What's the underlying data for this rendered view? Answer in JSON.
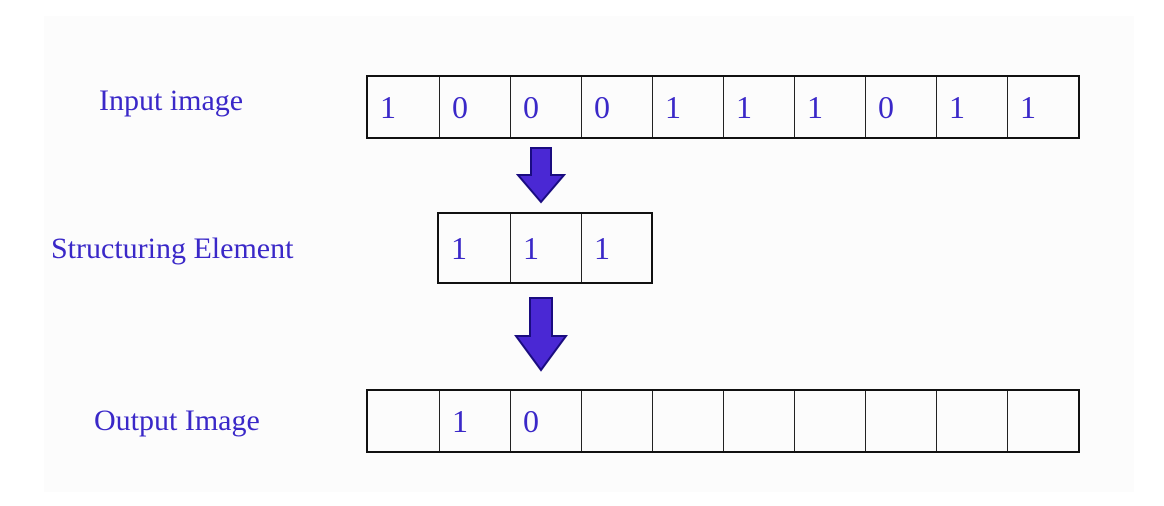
{
  "labels": {
    "input": "Input image",
    "structuring": "Structuring Element",
    "output": "Output Image"
  },
  "input_image": [
    "1",
    "0",
    "0",
    "0",
    "1",
    "1",
    "1",
    "0",
    "1",
    "1"
  ],
  "structuring_element": [
    "1",
    "1",
    "1"
  ],
  "output_image": [
    "",
    "1",
    "0",
    "",
    "",
    "",
    "",
    "",
    "",
    ""
  ],
  "icons": {
    "arrow": "arrow-down-icon"
  },
  "colors": {
    "text": "#3a28c8",
    "arrow_fill": "#4a28d4",
    "arrow_stroke": "#1a0c80",
    "border": "#111111"
  }
}
